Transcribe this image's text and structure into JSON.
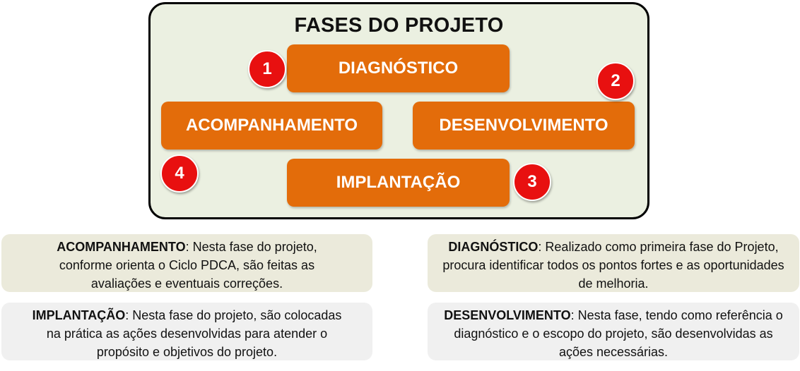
{
  "panel": {
    "title": "FASES DO PROJETO"
  },
  "phases": [
    {
      "label": "DIAGNÓSTICO",
      "number": "1"
    },
    {
      "label": "DESENVOLVIMENTO",
      "number": "2"
    },
    {
      "label": "IMPLANTAÇÃO",
      "number": "3"
    },
    {
      "label": "ACOMPANHAMENTO",
      "number": "4"
    }
  ],
  "descriptions": {
    "acompanhamento": {
      "term": "ACOMPANHAMENTO",
      "text": ": Nesta fase do projeto, conforme orienta o Ciclo PDCA, são feitas as avaliações e eventuais correções."
    },
    "diagnostico": {
      "term": "DIAGNÓSTICO",
      "text": ":  Realizado como primeira fase do Projeto, procura identificar todos os pontos fortes e as oportunidades de melhoria."
    },
    "implantacao": {
      "term": "IMPLANTAÇÃO",
      "text": ":  Nesta fase do projeto, são colocadas na prática as ações desenvolvidas para atender o propósito e objetivos do projeto."
    },
    "desenvolvimento": {
      "term": "DESENVOLVIMENTO",
      "text": ":  Nesta fase, tendo como referência o diagnóstico e o escopo do projeto, são desenvolvidas as ações necessárias."
    }
  },
  "colors": {
    "phase_box": "#e36c0a",
    "number_circle": "#e81010",
    "panel_bg": "#ebf0e1"
  }
}
